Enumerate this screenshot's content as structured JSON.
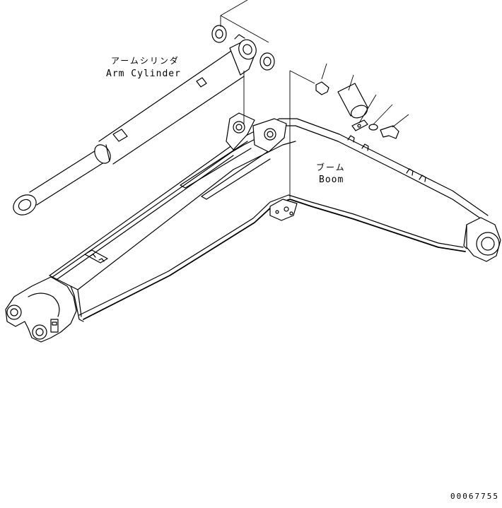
{
  "labels": {
    "arm_cylinder_jp": "アームシリンダ",
    "arm_cylinder_en": "Arm Cylinder",
    "boom_jp": "ブーム",
    "boom_en": "Boom"
  },
  "drawing_number": "00067755",
  "line_color": "#000000",
  "background_color": "#ffffff"
}
